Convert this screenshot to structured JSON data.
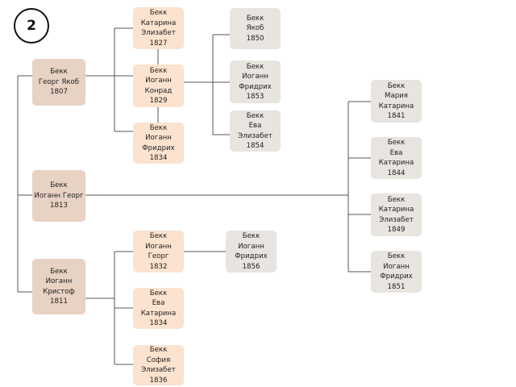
{
  "badge": "2",
  "nodes": {
    "georg_jakob": "Бекк\nГеорг Якоб\n1807",
    "johann_georg_1813": "Бекк\nИоганн Георг\n1813",
    "johann_christoph": "Бекк\nИоганн\nКристоф\n1811",
    "katharina_elisabeth_1827": "Бекк\nКатарина\nЭлизабет\n1827",
    "johann_konrad": "Бекк\nИоганн\nКонрад\n1829",
    "johann_friedrich_1834": "Бекк\nИоганн\nФридрих\n1834",
    "jakob_1850": "Бекк\nЯкоб\n1850",
    "johann_friedrich_1853": "Бекк\nИоганн\nФридрих\n1853",
    "eva_elisabeth_1854": "Бекк\nЕва\nЭлизабет\n1854",
    "maria_katharina_1841": "Бекк\nМария\nКатарина\n1841",
    "eva_katharina_1844": "Бекк\nЕва\nКатарина\n1844",
    "katharina_elisabeth_1849": "Бекк\nКатарина\nЭлизабет\n1849",
    "johann_friedrich_1851": "Бекк\nИоганн\nФридрих\n1851",
    "johann_georg_1832": "Бекк\nИоганн\nГеорг\n1832",
    "johann_friedrich_1856": "Бекк\nИоганн\nФридрих\n1856",
    "eva_katharina_1834": "Бекк\nЕва\nКатарина\n1834",
    "sophia_elisabeth_1836": "Бекк\nСофия\nЭлизабет\n1836"
  },
  "colors": {
    "generation_1": "#e8d2c3",
    "generation_2": "#fbe3d0",
    "generation_3": "#e8e4e0",
    "connector": "#555555"
  }
}
